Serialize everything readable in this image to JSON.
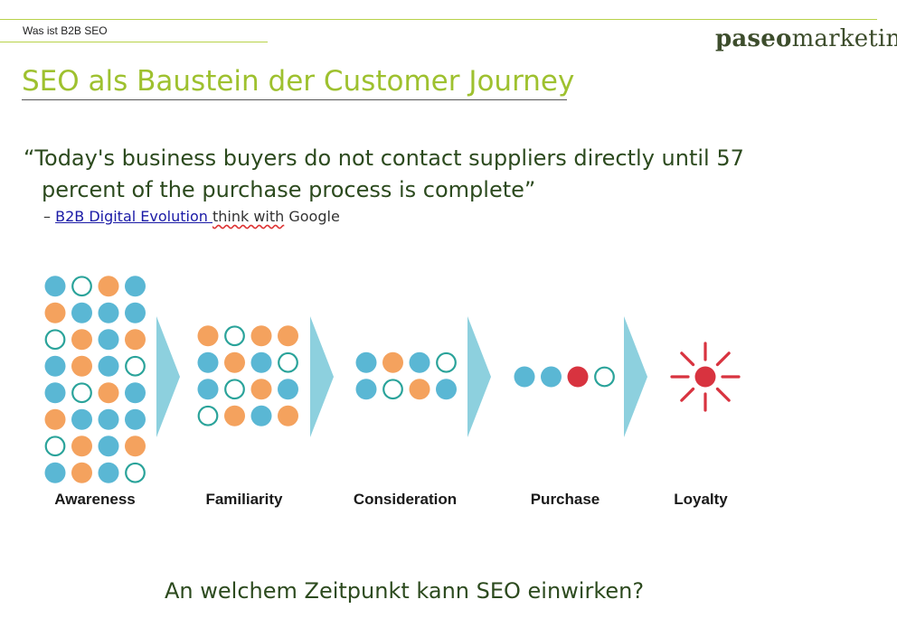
{
  "header": {
    "section_label": "Was ist B2B SEO",
    "brand_bold": "paseo",
    "brand_light": "marketing"
  },
  "slide": {
    "title": "SEO als Baustein der Customer Journey",
    "quote_line1": "“Today's business buyers do not contact suppliers directly until 57",
    "quote_line2": "percent of the purchase process is complete”",
    "source_dash": "– ",
    "source_link": "B2B Digital Evolution ",
    "source_mid": "think with",
    "source_end": " Google",
    "question": "An welchem Zeitpunkt kann SEO einwirken?"
  },
  "journey": {
    "colors": {
      "blue": "#5ab7d4",
      "orange": "#f4a25e",
      "ring": "#2aa39a",
      "red": "#d8333f",
      "arrow": "#8dd0de"
    },
    "stages": [
      {
        "label": "Awareness",
        "dots": [
          [
            "b",
            "r",
            "o",
            "b"
          ],
          [
            "o",
            "b",
            "b",
            "b"
          ],
          [
            "r",
            "o",
            "b",
            "o"
          ],
          [
            "b",
            "o",
            "b",
            "r"
          ],
          [
            "b",
            "r",
            "o",
            "b"
          ],
          [
            "o",
            "b",
            "b",
            "b"
          ],
          [
            "r",
            "o",
            "b",
            "o"
          ],
          [
            "b",
            "o",
            "b",
            "r"
          ]
        ]
      },
      {
        "label": "Familiarity",
        "dots": [
          [
            "o",
            "r",
            "o",
            "o"
          ],
          [
            "b",
            "o",
            "b",
            "r"
          ],
          [
            "b",
            "r",
            "o",
            "b"
          ],
          [
            "r",
            "o",
            "b",
            "o"
          ]
        ]
      },
      {
        "label": "Consideration",
        "dots": [
          [
            "b",
            "o",
            "b",
            "r"
          ],
          [
            "b",
            "r",
            "o",
            "b"
          ]
        ]
      },
      {
        "label": "Purchase",
        "dots": [
          [
            "b",
            "b",
            "d",
            "r"
          ]
        ]
      },
      {
        "label": "Loyalty",
        "dots": []
      }
    ]
  }
}
